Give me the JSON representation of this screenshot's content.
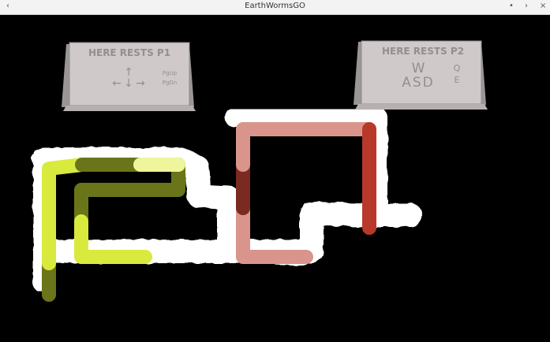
{
  "window": {
    "title": "EarthWormsGO",
    "left_control": "‹",
    "right_controls": [
      "•",
      "›",
      "×"
    ]
  },
  "signs": {
    "p1": {
      "text": "HERE RESTS P1",
      "arrows": [
        "↑",
        "←",
        "↓",
        "→"
      ],
      "keys": [
        "PgUp",
        "PgDn"
      ]
    },
    "p2": {
      "text": "HERE RESTS P2",
      "wasd_top": "W",
      "wasd_bottom": "ASD",
      "keys": [
        "Q",
        "E"
      ]
    }
  },
  "colors": {
    "background": "#000000",
    "tunnel": "#ffffff",
    "sign_face": "#cfc9c9",
    "worm_p1_head": "#d9ea3e",
    "worm_p1_light": "#eef59a",
    "worm_p1_dark": "#6a7418",
    "worm_p2_light": "#d9958c",
    "worm_p2_head": "#b8382a",
    "worm_p2_dark": "#6b1f14"
  }
}
